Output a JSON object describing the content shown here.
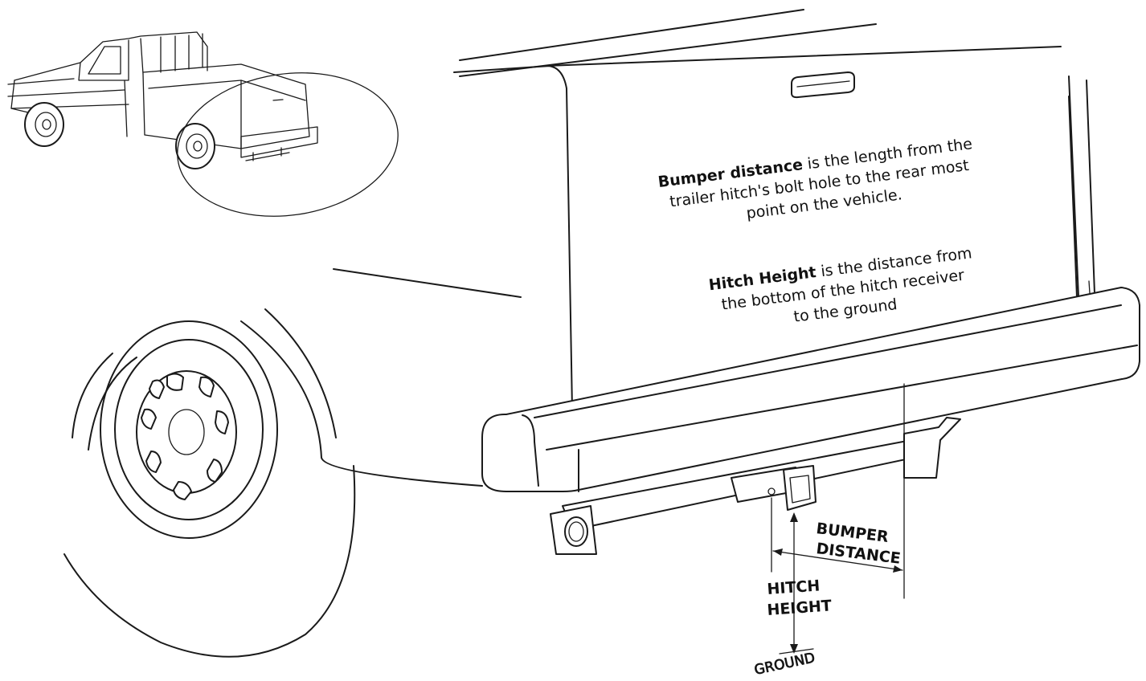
{
  "description": {
    "bumper": {
      "term": "Bumper distance",
      "line1_rest": " is the length from the",
      "line2": "trailer hitch's bolt hole to the rear most",
      "line3": "point on the vehicle."
    },
    "hitch": {
      "term": "Hitch Height",
      "line1_rest": " is the distance from",
      "line2": "the bottom of the hitch receiver",
      "line3": "to the ground"
    }
  },
  "labels": {
    "bumper_line1": "BUMPER",
    "bumper_line2": "DISTANCE",
    "hitch_line1": "HITCH",
    "hitch_line2": "HEIGHT",
    "ground": "GROUND"
  }
}
